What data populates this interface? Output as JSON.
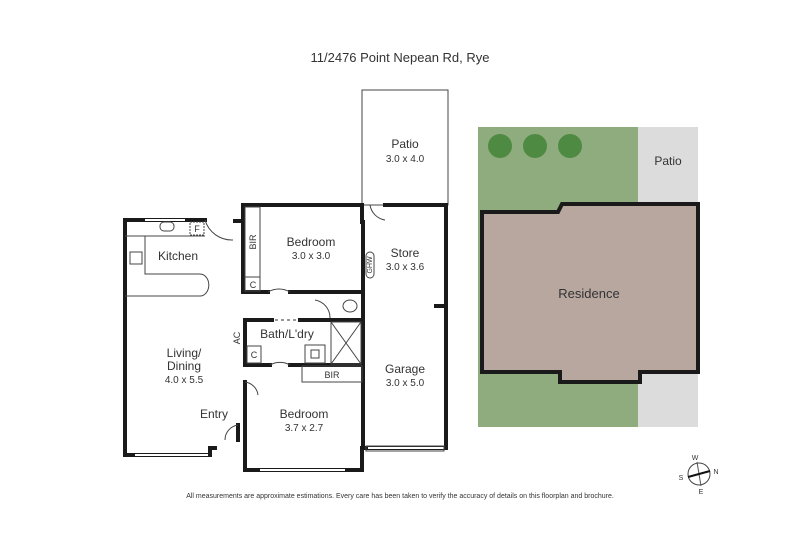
{
  "title": "11/2476 Point Nepean Rd, Rye",
  "rooms": {
    "patio_top": {
      "name": "Patio",
      "size": "3.0 x 4.0"
    },
    "kitchen": {
      "name": "Kitchen",
      "fridge": "F"
    },
    "bedroom1": {
      "name": "Bedroom",
      "size": "3.0 x 3.0",
      "bir": "BIR",
      "cupboard": "C"
    },
    "store": {
      "name": "Store",
      "size": "3.0 x 3.6",
      "ghw": "GHW"
    },
    "bath": {
      "name": "Bath/L'dry",
      "ac": "AC",
      "cupboard": "C",
      "bir": "BIR"
    },
    "living": {
      "name1": "Living/",
      "name2": "Dining",
      "size": "4.0 x 5.5"
    },
    "entry": {
      "name": "Entry"
    },
    "bedroom2": {
      "name": "Bedroom",
      "size": "3.7 x 2.7"
    },
    "garage": {
      "name": "Garage",
      "size": "3.0 x 5.0"
    }
  },
  "site": {
    "patio": "Patio",
    "residence": "Residence",
    "colors": {
      "lawn": "#8fac7e",
      "paving": "#dcdcdc",
      "residence": "#b7a79f",
      "tree": "#4e8a42"
    }
  },
  "compass": {
    "n": "N",
    "s": "S",
    "e": "E",
    "w": "W"
  },
  "disclaimer": "All measurements are approximate estimations. Every care has been taken to verify the accuracy of details on this floorplan and brochure."
}
